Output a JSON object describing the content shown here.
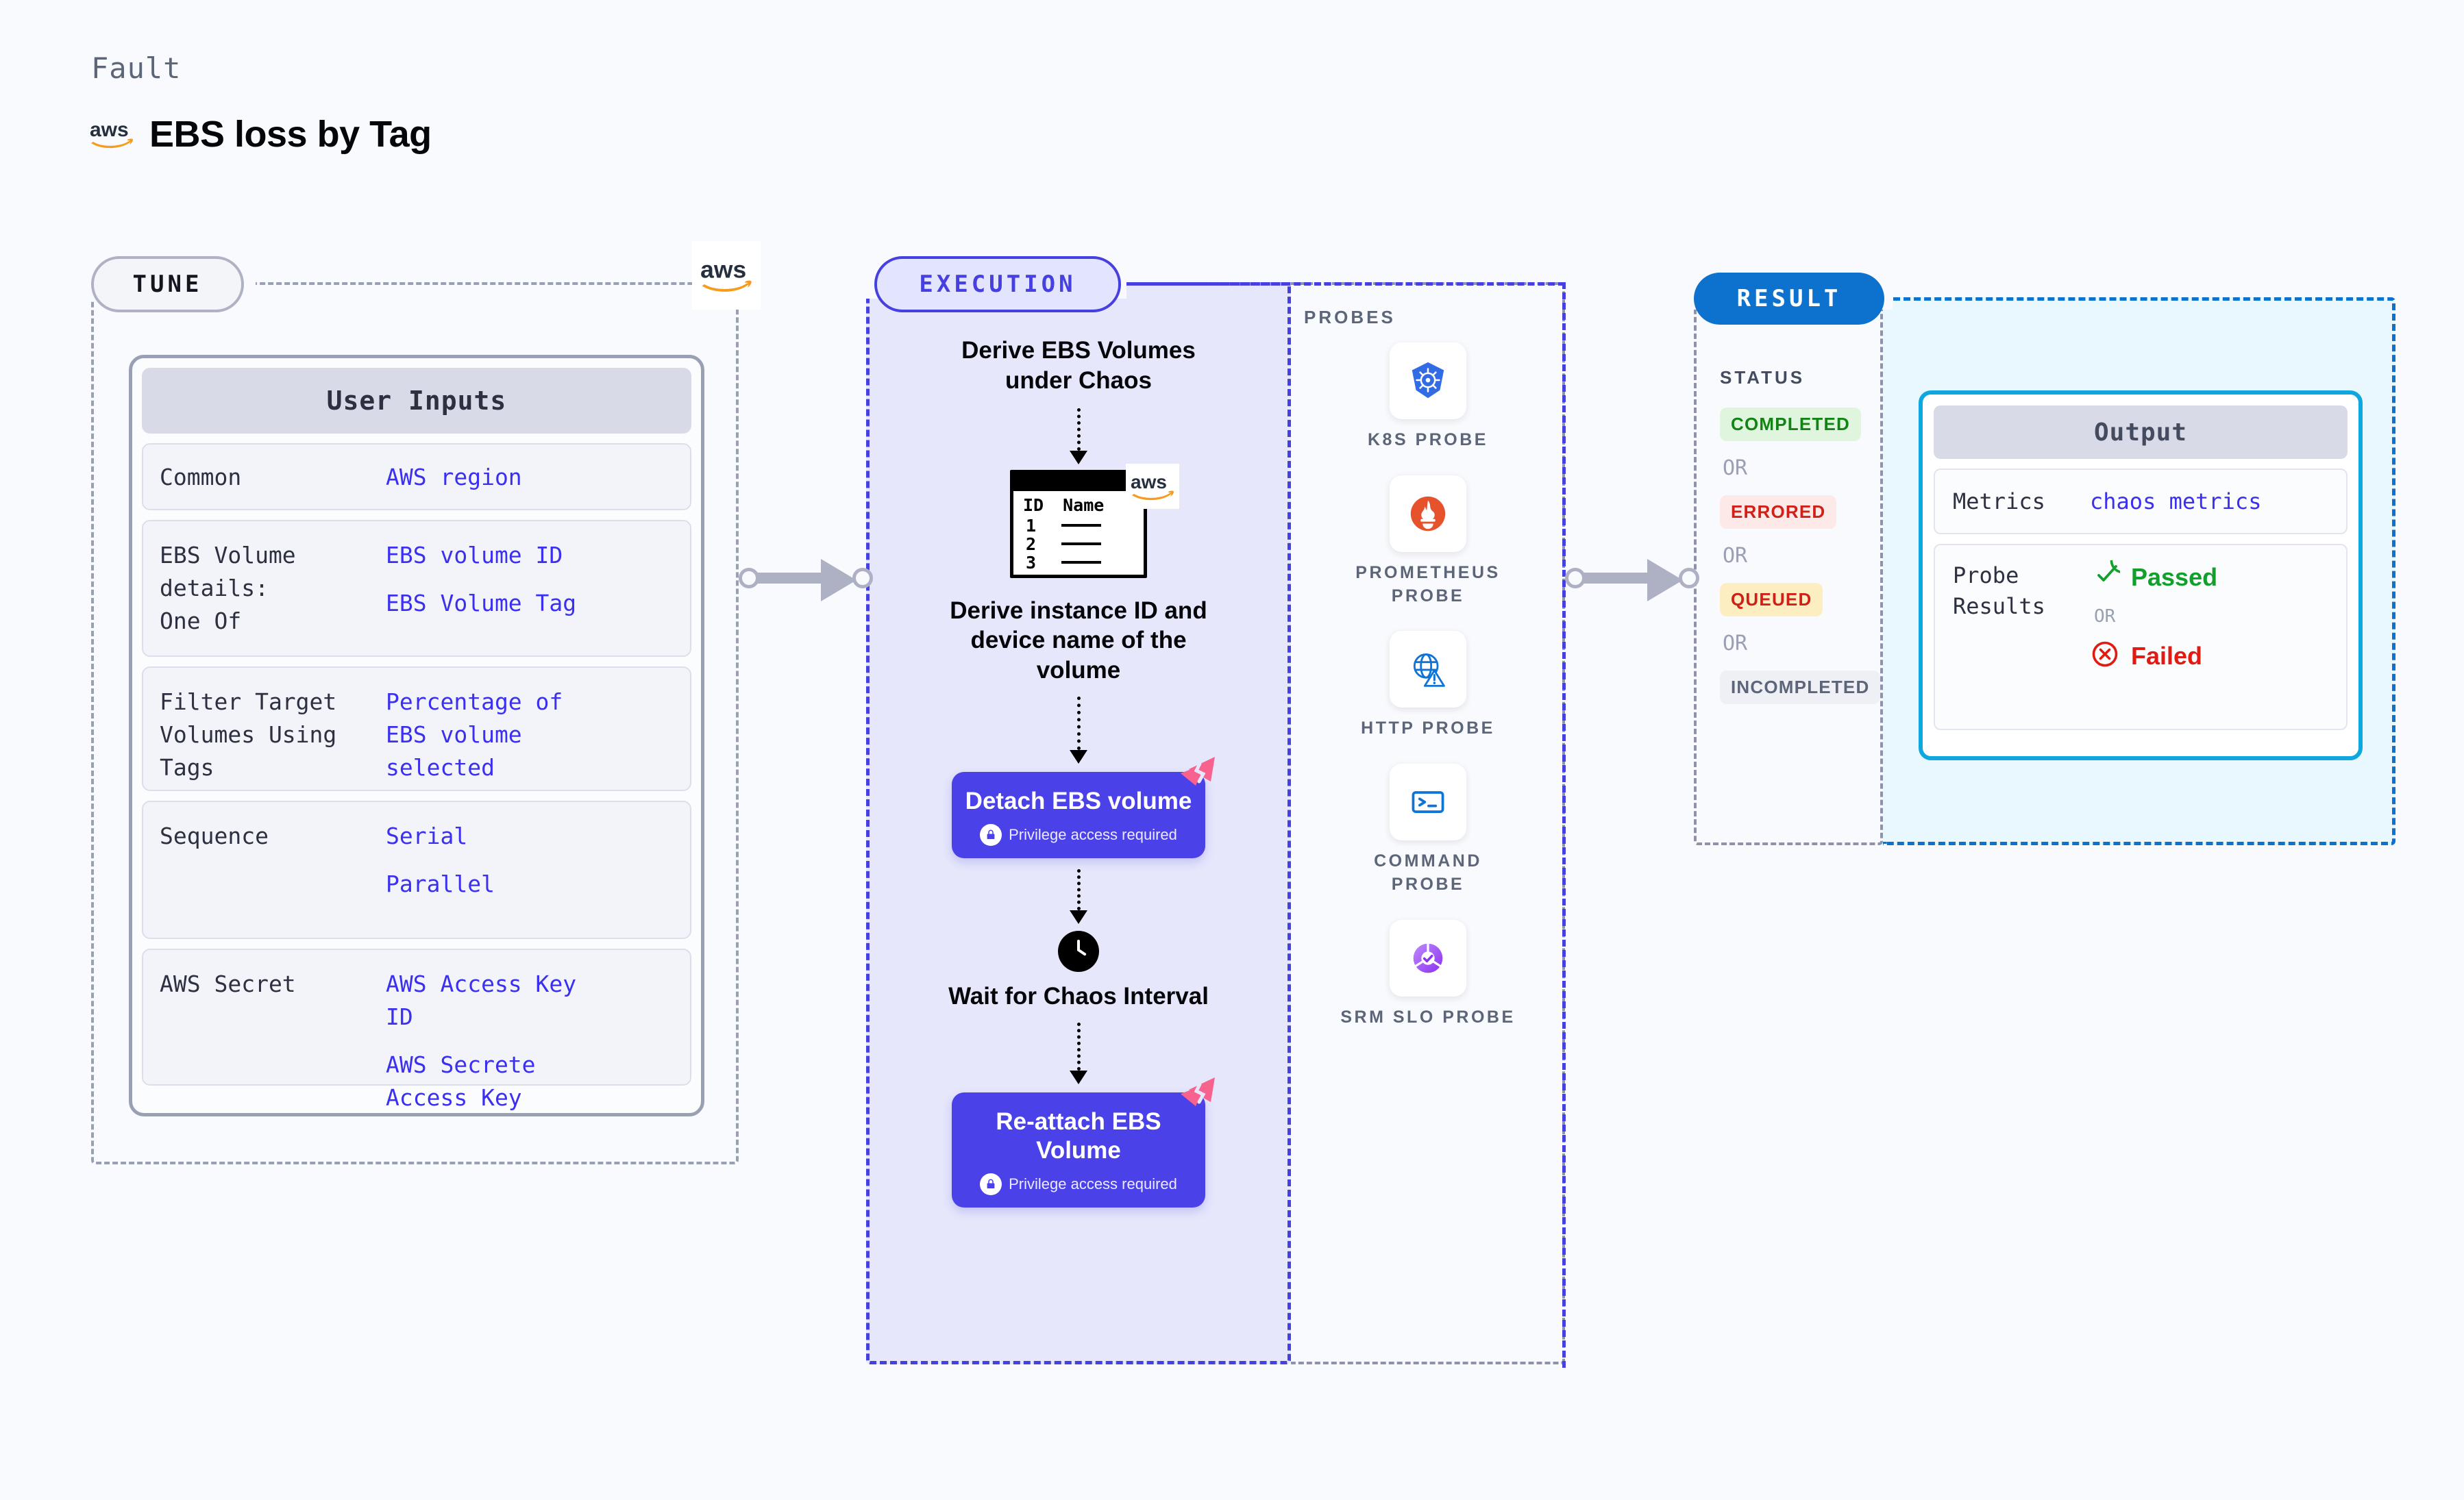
{
  "header": {
    "kicker": "Fault",
    "title": "EBS loss by Tag",
    "brand_icon": "aws-logo"
  },
  "tune": {
    "pill_label": "TUNE",
    "aws_icon": "aws-logo",
    "user_inputs": {
      "header": "User Inputs",
      "rows": [
        {
          "key": "Common",
          "values": [
            "AWS region"
          ]
        },
        {
          "key": "EBS Volume details:\nOne Of",
          "values": [
            "EBS volume ID",
            "EBS Volume Tag"
          ]
        },
        {
          "key": "Filter Target Volumes Using Tags",
          "values": [
            "Percentage of EBS volume selected"
          ]
        },
        {
          "key": "Sequence",
          "values": [
            "Serial",
            "Parallel"
          ]
        },
        {
          "key": "AWS Secret",
          "values": [
            "AWS Access Key ID",
            "AWS Secrete Access Key"
          ]
        }
      ]
    }
  },
  "execution": {
    "pill_label": "EXECUTION",
    "steps": [
      {
        "type": "label",
        "text": "Derive EBS Volumes under Chaos"
      },
      {
        "type": "table",
        "columns": [
          "ID",
          "Name"
        ],
        "rows": [
          "1",
          "2",
          "3"
        ],
        "badge_icon": "aws-logo"
      },
      {
        "type": "label",
        "text": "Derive instance ID and device name of the volume"
      },
      {
        "type": "action",
        "title": "Detach EBS volume",
        "note": "Privilege access required",
        "note_icon": "lock-icon",
        "corner_icon": "litmus-logo"
      },
      {
        "type": "wait",
        "icon": "clock-icon",
        "text": "Wait for Chaos Interval"
      },
      {
        "type": "action",
        "title": "Re-attach EBS Volume",
        "note": "Privilege access required",
        "note_icon": "lock-icon",
        "corner_icon": "litmus-logo"
      }
    ],
    "probes": {
      "title": "PROBES",
      "items": [
        {
          "label": "K8S PROBE",
          "icon": "kubernetes-icon"
        },
        {
          "label": "PROMETHEUS PROBE",
          "icon": "prometheus-icon"
        },
        {
          "label": "HTTP PROBE",
          "icon": "http-globe-icon"
        },
        {
          "label": "COMMAND PROBE",
          "icon": "terminal-icon"
        },
        {
          "label": "SRM SLO PROBE",
          "icon": "srm-slo-icon"
        }
      ]
    }
  },
  "result": {
    "pill_label": "RESULT",
    "status": {
      "header": "STATUS",
      "or_label": "OR",
      "badges": [
        {
          "label": "COMPLETED",
          "color": "#118413",
          "bg": "#dff5de"
        },
        {
          "label": "ERRORED",
          "color": "#cf2118",
          "bg": "#fde9e7"
        },
        {
          "label": "QUEUED",
          "color": "#cf2118",
          "bg": "#fdeec2"
        },
        {
          "label": "INCOMPLETED",
          "color": "#5d6579",
          "bg": "#eef0f6"
        }
      ]
    },
    "output": {
      "header": "Output",
      "metrics_key": "Metrics",
      "metrics_value": "chaos metrics",
      "probe_results_key": "Probe Results",
      "passed_label": "Passed",
      "failed_label": "Failed",
      "or_label": "OR",
      "passed_icon": "check-circle-icon",
      "failed_icon": "x-circle-icon"
    }
  },
  "colors": {
    "background": "#f9fafd",
    "accent_indigo": "#4640e0",
    "accent_blue": "#0d71ce",
    "accent_cyan": "#0fa7e0",
    "value_text": "#3b2ff0",
    "litmus_pink": "#f8628f",
    "aws_orange": "#f59b1e"
  }
}
